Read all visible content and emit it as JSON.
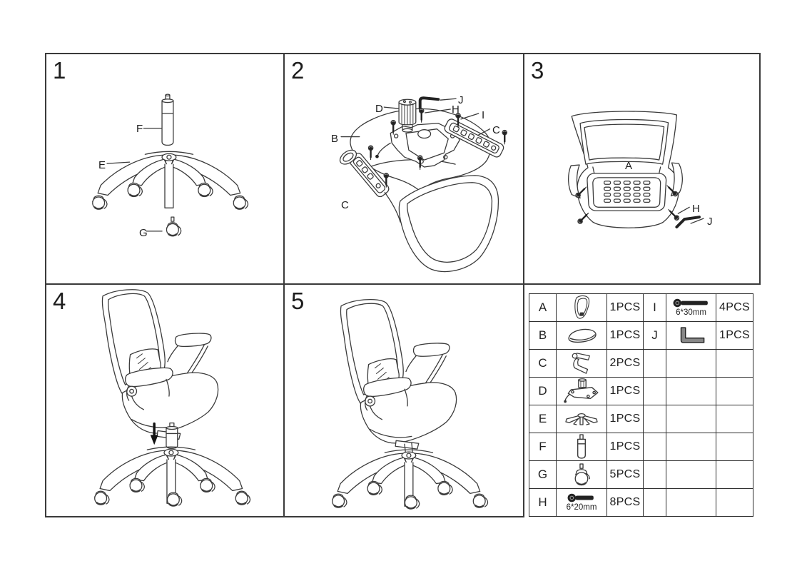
{
  "page": {
    "background": "#ffffff",
    "line_color": "#3a3a3a",
    "text_color": "#1d1d1d"
  },
  "panels": {
    "p1": {
      "number": "1",
      "callouts": {
        "f": "F",
        "e": "E",
        "g": "G"
      }
    },
    "p2": {
      "number": "2",
      "callouts": {
        "j": "J",
        "d": "D",
        "h": "H",
        "i": "I",
        "c_right": "C",
        "b": "B",
        "c_left": "C"
      }
    },
    "p3": {
      "number": "3",
      "callouts": {
        "a": "A",
        "h": "H",
        "j": "J"
      }
    },
    "p4": {
      "number": "4"
    },
    "p5": {
      "number": "5"
    }
  },
  "parts_table": {
    "rows": [
      {
        "letter": "A",
        "icon": "backrest-icon",
        "qty": "1PCS",
        "letter2": "I",
        "icon2": "bolt-6x30-icon",
        "size2": "6*30mm",
        "qty2": "4PCS"
      },
      {
        "letter": "B",
        "icon": "seat-icon",
        "qty": "1PCS",
        "letter2": "J",
        "icon2": "allen-key-icon",
        "qty2": "1PCS"
      },
      {
        "letter": "C",
        "icon": "armrest-icon",
        "qty": "2PCS"
      },
      {
        "letter": "D",
        "icon": "mechanism-icon",
        "qty": "1PCS"
      },
      {
        "letter": "E",
        "icon": "base-icon",
        "qty": "1PCS"
      },
      {
        "letter": "F",
        "icon": "gas-lift-icon",
        "qty": "1PCS"
      },
      {
        "letter": "G",
        "icon": "caster-icon",
        "qty": "5PCS"
      },
      {
        "letter": "H",
        "icon": "bolt-6x20-icon",
        "size": "6*20mm",
        "qty": "8PCS"
      }
    ]
  }
}
